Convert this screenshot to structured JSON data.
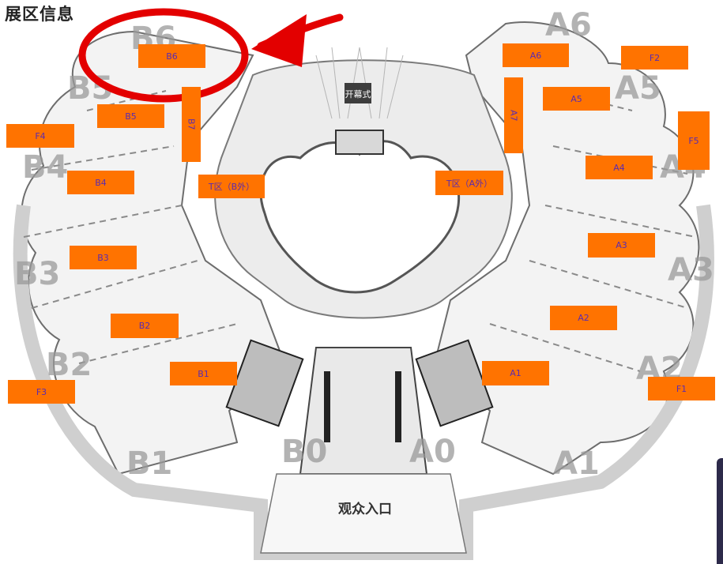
{
  "title": "展区信息",
  "center_sign": "开幕式",
  "entrance_label": "观众入口",
  "colors": {
    "label_bg": "#ff7300",
    "label_text": "#5a2bb0",
    "highlight": "#e30000",
    "floor_line": "#8a8a8a"
  },
  "zone_labels": [
    {
      "id": "B6",
      "text": "B6"
    },
    {
      "id": "B5",
      "text": "B5"
    },
    {
      "id": "B7",
      "text": "B7"
    },
    {
      "id": "F4",
      "text": "F4"
    },
    {
      "id": "B4",
      "text": "B4"
    },
    {
      "id": "TB",
      "text": "T区（B外）"
    },
    {
      "id": "B3",
      "text": "B3"
    },
    {
      "id": "B2",
      "text": "B2"
    },
    {
      "id": "B1",
      "text": "B1"
    },
    {
      "id": "F3",
      "text": "F3"
    },
    {
      "id": "A6",
      "text": "A6"
    },
    {
      "id": "F2",
      "text": "F2"
    },
    {
      "id": "A5",
      "text": "A5"
    },
    {
      "id": "A7",
      "text": "A7"
    },
    {
      "id": "F5",
      "text": "F5"
    },
    {
      "id": "A4",
      "text": "A4"
    },
    {
      "id": "TA",
      "text": "T区（A外）"
    },
    {
      "id": "A3",
      "text": "A3"
    },
    {
      "id": "A2",
      "text": "A2"
    },
    {
      "id": "A1",
      "text": "A1"
    },
    {
      "id": "F1",
      "text": "F1"
    }
  ],
  "hall_letters": [
    "B6",
    "B5",
    "B4",
    "B3",
    "B2",
    "B1",
    "B0",
    "A0",
    "A1",
    "A2",
    "A3",
    "A4",
    "A5",
    "A6"
  ]
}
